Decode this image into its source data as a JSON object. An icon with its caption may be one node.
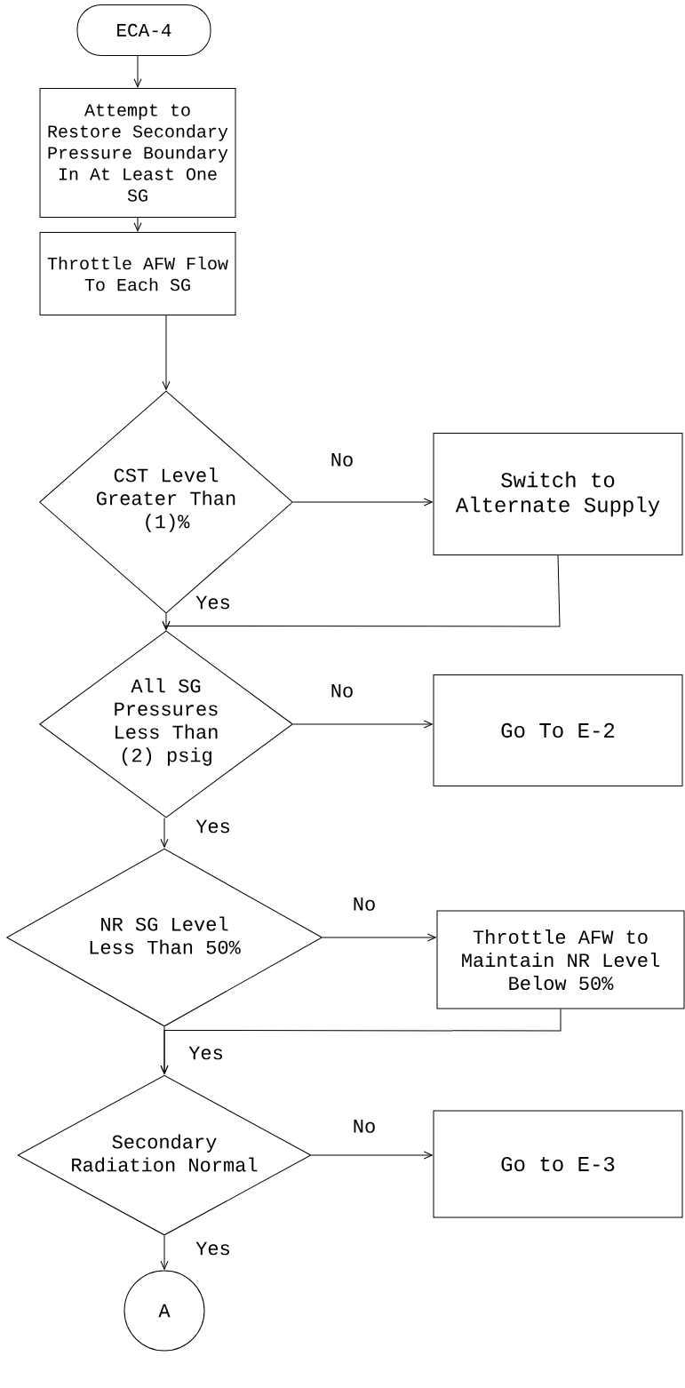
{
  "diagram": {
    "nodes": [
      {
        "text": [
          "ECA-4"
        ]
      },
      {
        "text": [
          "Attempt to Restore Secondary Pressure Boundary In At Least One SG"
        ]
      },
      {
        "text": [
          "Throttle AFW Flow To Each SG"
        ]
      },
      {
        "text": [
          "CST Level Greater Than (1)%"
        ]
      },
      {
        "text": [
          "Switch to Alternate Supply"
        ]
      },
      {
        "text": [
          "All SG Pressures Less Than (2) psig"
        ]
      },
      {
        "text": [
          "Go To E-2"
        ]
      },
      {
        "text": [
          "NR SG Level Less Than 50%"
        ]
      },
      {
        "text": [
          "Throttle AFW to Maintain NR Level Below 50%"
        ]
      },
      {
        "text": [
          "Secondary Radiation Normal"
        ]
      },
      {
        "text": [
          "Go to E-3"
        ]
      },
      {
        "text": [
          "A"
        ]
      }
    ],
    "edges": [
      {
        "from": 0,
        "to": 1,
        "arrow": "to"
      },
      {
        "from": 1,
        "to": 2,
        "arrow": "to"
      },
      {
        "from": 2,
        "to": 3,
        "arrow": "to"
      },
      {
        "from": 3,
        "to": 4,
        "arrow": "to",
        "label": "No"
      },
      {
        "from": 3,
        "to": 5,
        "arrow": "to",
        "label": "Yes"
      },
      {
        "from": 4,
        "to": 5,
        "arrow": "to"
      },
      {
        "from": 5,
        "to": 6,
        "arrow": "to",
        "label": "No"
      },
      {
        "from": 5,
        "to": 7,
        "arrow": "to",
        "label": "Yes"
      },
      {
        "from": 7,
        "to": 8,
        "arrow": "to",
        "label": "No"
      },
      {
        "from": 7,
        "to": 9,
        "arrow": "to",
        "label": "Yes"
      },
      {
        "from": 8,
        "to": 9,
        "arrow": "to"
      },
      {
        "from": 9,
        "to": 10,
        "arrow": "to",
        "label": "No"
      },
      {
        "from": 9,
        "to": 11,
        "arrow": "to",
        "label": "Yes"
      }
    ]
  }
}
